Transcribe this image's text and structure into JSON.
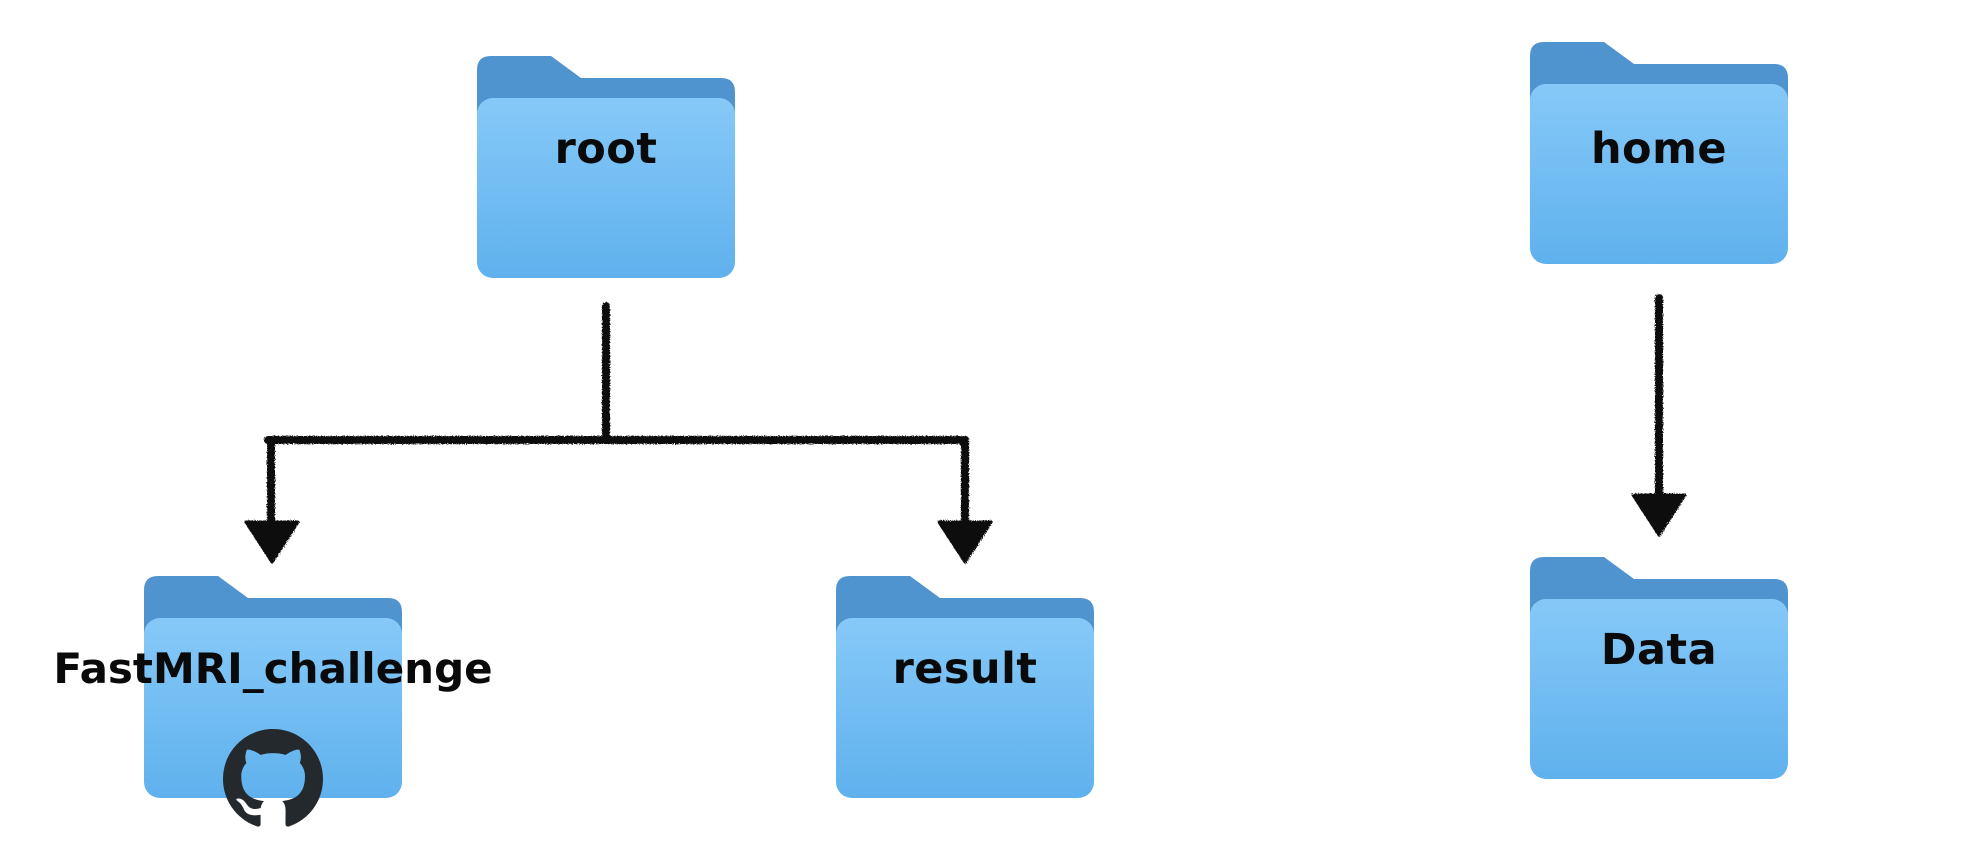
{
  "folders": {
    "root": {
      "label": "root"
    },
    "home": {
      "label": "home"
    },
    "fastmri": {
      "label": "FastMRI_challenge"
    },
    "result": {
      "label": "result"
    },
    "data": {
      "label": "Data"
    }
  },
  "icons": {
    "folder": "folder-icon",
    "github": "github-icon",
    "arrow": "arrow-down-icon"
  },
  "colors": {
    "folder_back": "#4f93cf",
    "folder_front_top": "#86c9f8",
    "folder_front_bottom": "#5fb1ed",
    "connector": "#0a0a0a",
    "github": "#24292e"
  }
}
